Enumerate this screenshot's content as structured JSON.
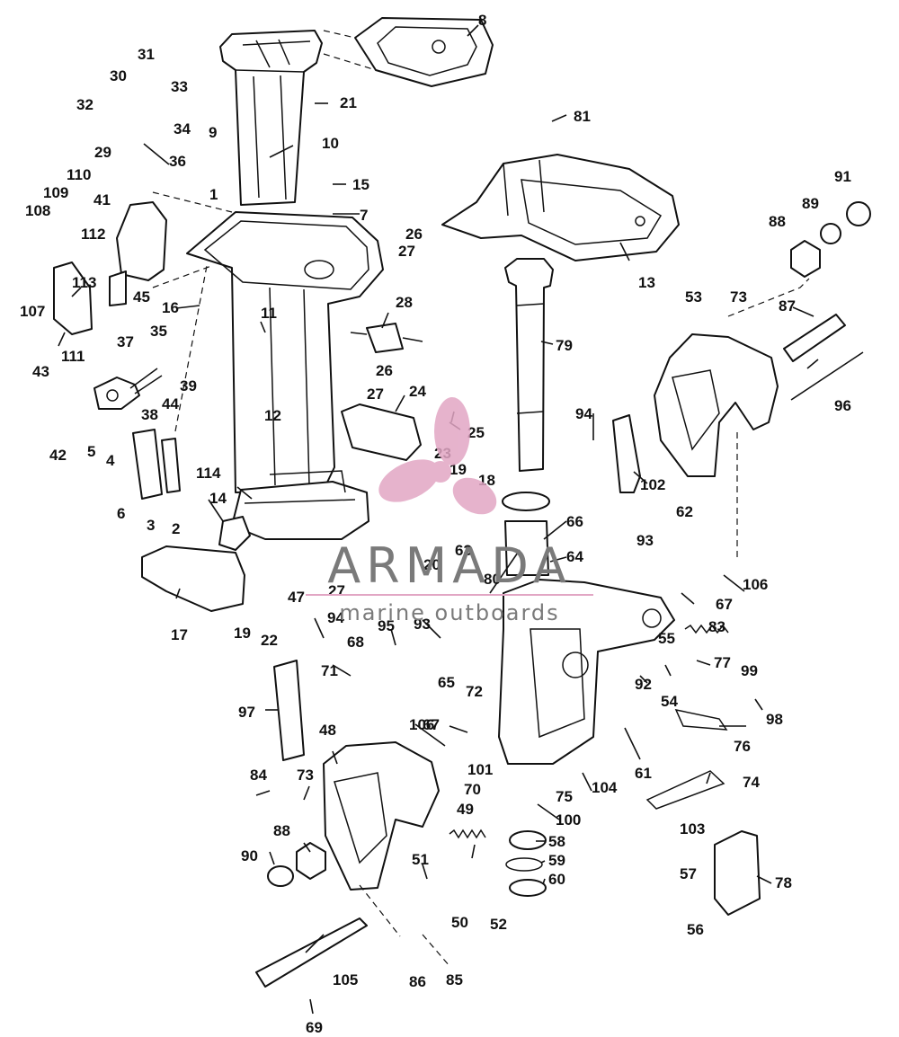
{
  "watermark": {
    "brand": "ARMADA",
    "tagline": "marine outboards",
    "logo_color": "#e2a6c4",
    "text_color": "#7a7a7a"
  },
  "callouts": [
    {
      "id": "c1",
      "label": "1"
    },
    {
      "id": "c2",
      "label": "2"
    },
    {
      "id": "c3",
      "label": "3"
    },
    {
      "id": "c4",
      "label": "4"
    },
    {
      "id": "c5",
      "label": "5"
    },
    {
      "id": "c6",
      "label": "6"
    },
    {
      "id": "c7",
      "label": "7"
    },
    {
      "id": "c8",
      "label": "8"
    },
    {
      "id": "c9",
      "label": "9"
    },
    {
      "id": "c10",
      "label": "10"
    },
    {
      "id": "c11",
      "label": "11"
    },
    {
      "id": "c12",
      "label": "12"
    },
    {
      "id": "c13",
      "label": "13"
    },
    {
      "id": "c14",
      "label": "14"
    },
    {
      "id": "c15",
      "label": "15"
    },
    {
      "id": "c16",
      "label": "16"
    },
    {
      "id": "c17",
      "label": "17"
    },
    {
      "id": "c18",
      "label": "18"
    },
    {
      "id": "c19a",
      "label": "19"
    },
    {
      "id": "c19b",
      "label": "19"
    },
    {
      "id": "c20",
      "label": "20"
    },
    {
      "id": "c21",
      "label": "21"
    },
    {
      "id": "c22",
      "label": "22"
    },
    {
      "id": "c23",
      "label": "23"
    },
    {
      "id": "c24",
      "label": "24"
    },
    {
      "id": "c25",
      "label": "25"
    },
    {
      "id": "c26a",
      "label": "26"
    },
    {
      "id": "c26b",
      "label": "26"
    },
    {
      "id": "c27a",
      "label": "27"
    },
    {
      "id": "c27b",
      "label": "27"
    },
    {
      "id": "c27c",
      "label": "27"
    },
    {
      "id": "c28",
      "label": "28"
    },
    {
      "id": "c29",
      "label": "29"
    },
    {
      "id": "c30",
      "label": "30"
    },
    {
      "id": "c31",
      "label": "31"
    },
    {
      "id": "c32",
      "label": "32"
    },
    {
      "id": "c33",
      "label": "33"
    },
    {
      "id": "c34",
      "label": "34"
    },
    {
      "id": "c35",
      "label": "35"
    },
    {
      "id": "c36",
      "label": "36"
    },
    {
      "id": "c37",
      "label": "37"
    },
    {
      "id": "c38",
      "label": "38"
    },
    {
      "id": "c39",
      "label": "39"
    },
    {
      "id": "c41",
      "label": "41"
    },
    {
      "id": "c42",
      "label": "42"
    },
    {
      "id": "c43",
      "label": "43"
    },
    {
      "id": "c44",
      "label": "44"
    },
    {
      "id": "c45",
      "label": "45"
    },
    {
      "id": "c47",
      "label": "47"
    },
    {
      "id": "c48",
      "label": "48"
    },
    {
      "id": "c49",
      "label": "49"
    },
    {
      "id": "c50",
      "label": "50"
    },
    {
      "id": "c51",
      "label": "51"
    },
    {
      "id": "c52",
      "label": "52"
    },
    {
      "id": "c53",
      "label": "53"
    },
    {
      "id": "c54",
      "label": "54"
    },
    {
      "id": "c55",
      "label": "55"
    },
    {
      "id": "c56",
      "label": "56"
    },
    {
      "id": "c57",
      "label": "57"
    },
    {
      "id": "c58",
      "label": "58"
    },
    {
      "id": "c59",
      "label": "59"
    },
    {
      "id": "c60",
      "label": "60"
    },
    {
      "id": "c61",
      "label": "61"
    },
    {
      "id": "c62",
      "label": "62"
    },
    {
      "id": "c63",
      "label": "63"
    },
    {
      "id": "c64",
      "label": "64"
    },
    {
      "id": "c65",
      "label": "65"
    },
    {
      "id": "c66",
      "label": "66"
    },
    {
      "id": "c67a",
      "label": "67"
    },
    {
      "id": "c67b",
      "label": "67"
    },
    {
      "id": "c68",
      "label": "68"
    },
    {
      "id": "c69",
      "label": "69"
    },
    {
      "id": "c70",
      "label": "70"
    },
    {
      "id": "c71",
      "label": "71"
    },
    {
      "id": "c72",
      "label": "72"
    },
    {
      "id": "c73a",
      "label": "73"
    },
    {
      "id": "c73b",
      "label": "73"
    },
    {
      "id": "c74",
      "label": "74"
    },
    {
      "id": "c75",
      "label": "75"
    },
    {
      "id": "c76",
      "label": "76"
    },
    {
      "id": "c77",
      "label": "77"
    },
    {
      "id": "c78",
      "label": "78"
    },
    {
      "id": "c79",
      "label": "79"
    },
    {
      "id": "c80",
      "label": "80"
    },
    {
      "id": "c81",
      "label": "81"
    },
    {
      "id": "c83",
      "label": "83"
    },
    {
      "id": "c84",
      "label": "84"
    },
    {
      "id": "c85",
      "label": "85"
    },
    {
      "id": "c86",
      "label": "86"
    },
    {
      "id": "c87",
      "label": "87"
    },
    {
      "id": "c88a",
      "label": "88"
    },
    {
      "id": "c88b",
      "label": "88"
    },
    {
      "id": "c89",
      "label": "89"
    },
    {
      "id": "c90",
      "label": "90"
    },
    {
      "id": "c91",
      "label": "91"
    },
    {
      "id": "c92",
      "label": "92"
    },
    {
      "id": "c93a",
      "label": "93"
    },
    {
      "id": "c93b",
      "label": "93"
    },
    {
      "id": "c94a",
      "label": "94"
    },
    {
      "id": "c94b",
      "label": "94"
    },
    {
      "id": "c95",
      "label": "95"
    },
    {
      "id": "c96",
      "label": "96"
    },
    {
      "id": "c97",
      "label": "97"
    },
    {
      "id": "c98",
      "label": "98"
    },
    {
      "id": "c99",
      "label": "99"
    },
    {
      "id": "c100",
      "label": "100"
    },
    {
      "id": "c101",
      "label": "101"
    },
    {
      "id": "c102",
      "label": "102"
    },
    {
      "id": "c103",
      "label": "103"
    },
    {
      "id": "c104",
      "label": "104"
    },
    {
      "id": "c105",
      "label": "105"
    },
    {
      "id": "c106a",
      "label": "106"
    },
    {
      "id": "c106b",
      "label": "106"
    },
    {
      "id": "c107",
      "label": "107"
    },
    {
      "id": "c108",
      "label": "108"
    },
    {
      "id": "c109",
      "label": "109"
    },
    {
      "id": "c110",
      "label": "110"
    },
    {
      "id": "c111",
      "label": "111"
    },
    {
      "id": "c112",
      "label": "112"
    },
    {
      "id": "c113",
      "label": "113"
    },
    {
      "id": "c114",
      "label": "114"
    }
  ]
}
